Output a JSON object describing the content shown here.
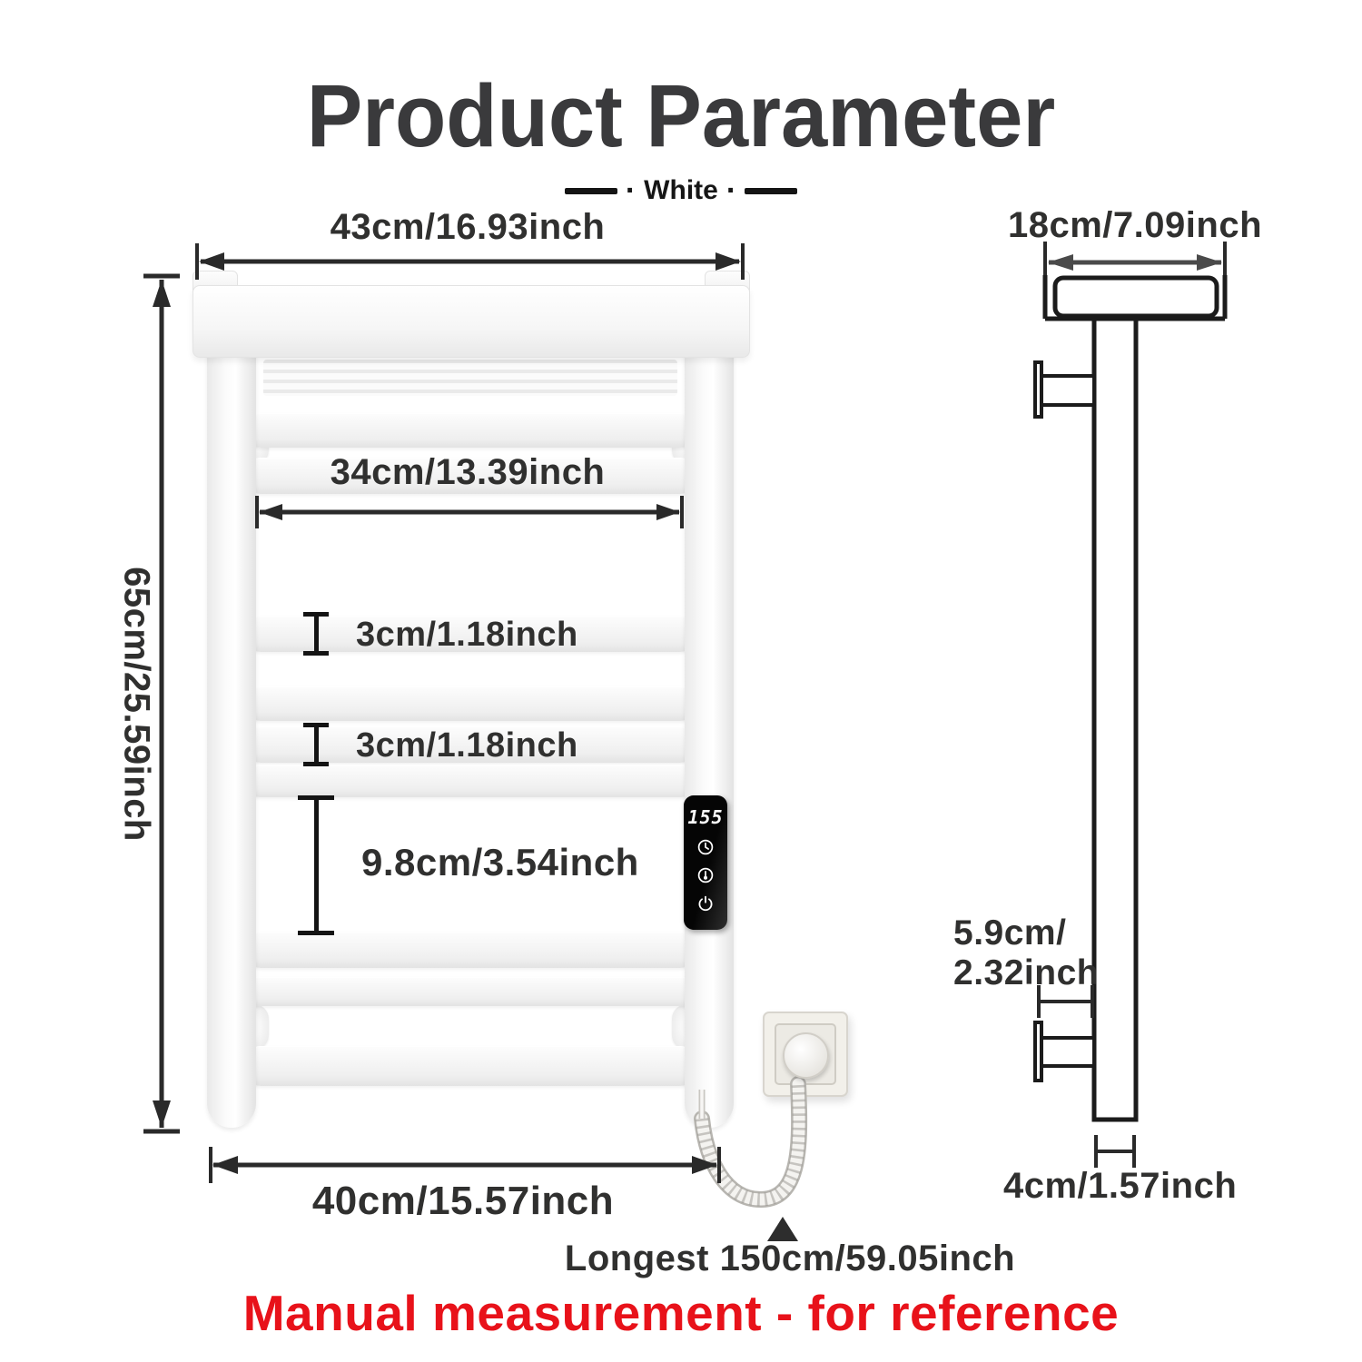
{
  "title": "Product Parameter",
  "variant": {
    "label": "White",
    "dot": "·"
  },
  "front_view": {
    "top_width": "43cm/16.93inch",
    "height": "65cm/25.59inch",
    "inner_width": "34cm/13.39inch",
    "bar_thickness_1": "3cm/1.18inch",
    "bar_thickness_2": "3cm/1.18inch",
    "bar_gap": "9.8cm/3.54inch",
    "bottom_width": "40cm/15.57inch",
    "cord_length": "Longest 150cm/59.05inch",
    "control_panel": {
      "display_value": "155",
      "icons": [
        "timer-icon",
        "temperature-icon",
        "power-icon"
      ]
    }
  },
  "side_view": {
    "top_depth": "18cm/7.09inch",
    "wall_distance_line1": "5.9cm/",
    "wall_distance_line2": "2.32inch",
    "post_depth": "4cm/1.57inch"
  },
  "footer": {
    "note": "Manual measurement - for reference"
  },
  "colors": {
    "accent_red": "#e8121a",
    "ink": "#30302f",
    "title_gray": "#3a3a3c",
    "line_black": "#1b1b1b"
  }
}
